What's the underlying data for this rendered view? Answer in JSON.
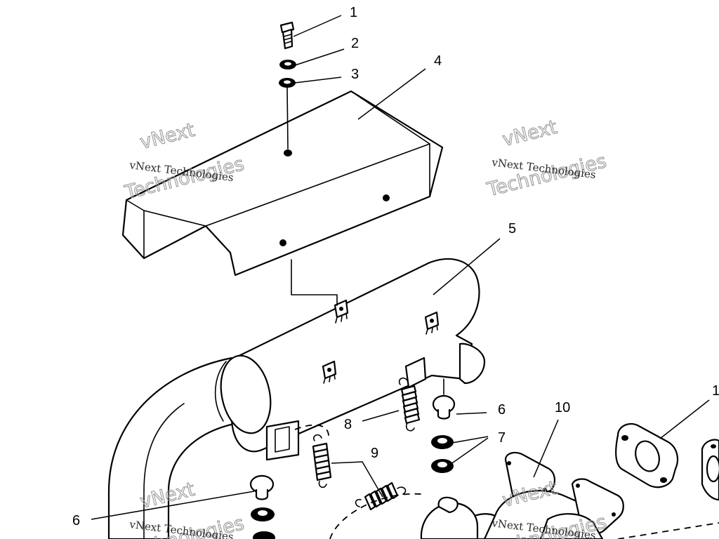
{
  "watermark": {
    "line1": "vNext Technologies",
    "line2a": "vNext",
    "line2b": "Technologies"
  },
  "callouts": {
    "c1": "1",
    "c2": "2",
    "c3": "3",
    "c4": "4",
    "c5": "5",
    "c6a": "6",
    "c6b": "6",
    "c7": "7",
    "c8": "8",
    "c9": "9",
    "c10": "10",
    "c11": "1"
  }
}
